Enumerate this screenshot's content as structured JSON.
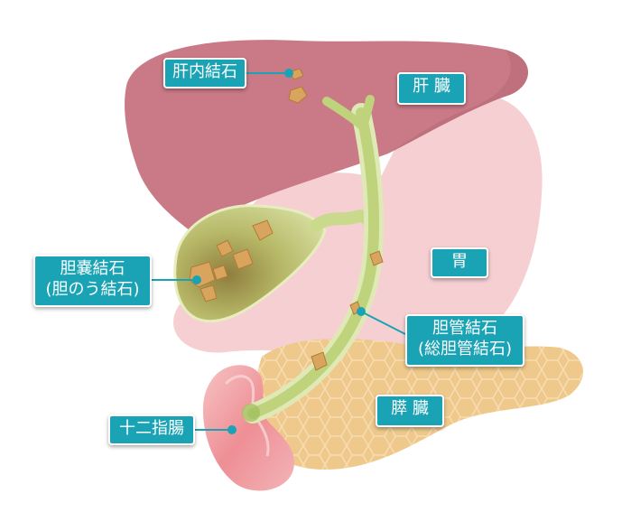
{
  "labels": {
    "liver_stone": "肝内結石",
    "liver": "肝 臓",
    "gallbladder_stone_line1": "胆嚢結石",
    "gallbladder_stone_line2": "(胆のう結石)",
    "stomach": "胃",
    "bile_duct_stone_line1": "胆管結石",
    "bile_duct_stone_line2": "(総胆管結石)",
    "pancreas": "膵 臓",
    "duodenum": "十二指腸"
  },
  "colors": {
    "label_bg": "#1aa3b4",
    "leader_line": "#1aa3b4",
    "liver": "#c97a86",
    "stomach": "#f6cfd2",
    "pancreas": "#efc98c",
    "gallbladder": "#cdda96",
    "bile_duct": "#c9da8c",
    "duodenum": "#ef9ea4",
    "stone": "#d9a45e"
  }
}
